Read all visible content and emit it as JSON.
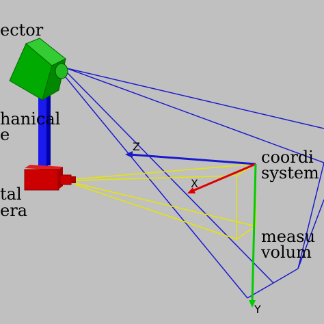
{
  "labels": {
    "projector": "ector",
    "mechanical_line1": "hanical",
    "mechanical_line2": "e",
    "camera_line1": "tal",
    "camera_line2": "era",
    "coordinate_line1": "coordi",
    "coordinate_line2": "system",
    "measuring_line1": "measu",
    "measuring_line2": "volum"
  },
  "axes": {
    "z": "Z",
    "x": "X",
    "y": "Y"
  },
  "colors": {
    "background": "#c0c0c0",
    "projector": "#00aa00",
    "stand": "#1a1aee",
    "camera": "#cc0000",
    "projector_rays": "#1a1acc",
    "camera_rays": "#e6e600",
    "axis_z": "#1a1acc",
    "axis_x": "#dd0000",
    "axis_y": "#00cc00"
  }
}
